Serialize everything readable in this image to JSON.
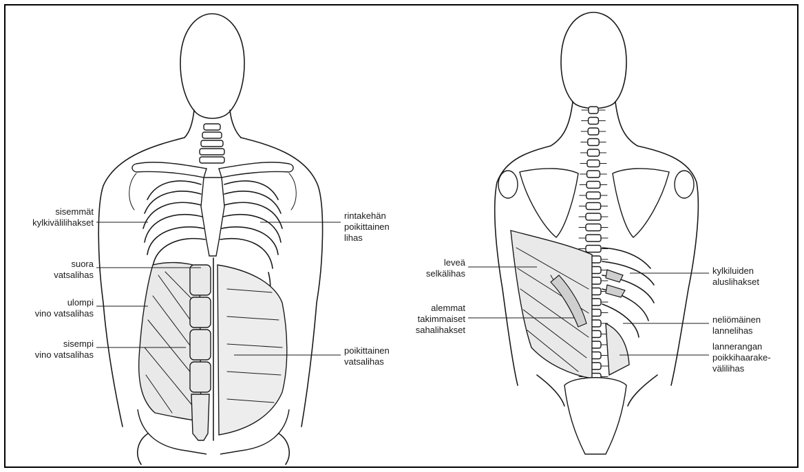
{
  "labels": {
    "front": {
      "sisemmat_kylkivalilihakset": "sisemmät\nkylkivälilihakset",
      "suora_vatsalihas": "suora\nvatsalihas",
      "ulompi_vino_vatsalihas": "ulompi\nvino vatsalihas",
      "sisempi_vino_vatsalihas": "sisempi\nvino vatsalihas",
      "rintakehan_poikittainen_lihas": "rintakehän\npoikittainen\nlihas",
      "poikittainen_vatsalihas": "poikittainen\nvatsalihas"
    },
    "back": {
      "levea_selkalihas": "leveä\nselkälihas",
      "alemmat_takimmaiset_sahalihakset": "alemmat\ntakimmaiset\nsahalihakset",
      "kylkiluiden_aluslihakset": "kylkiluiden\naluslihakset",
      "neliomainen_lannelihas": "neliömäinen\nlannelihas",
      "lannerangan_poikkihaarakevalilihas": "lannerangan\npoikkihaarake-\nvälilihas"
    }
  }
}
